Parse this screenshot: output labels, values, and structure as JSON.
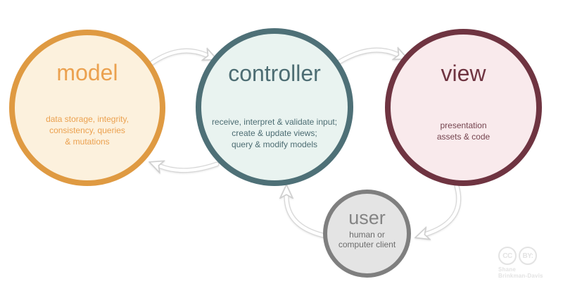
{
  "diagram": {
    "type": "mvc-architecture",
    "background_color": "#ffffff",
    "nodes": {
      "model": {
        "title": "model",
        "description": "data storage, integrity,\nconsistency, queries\n& mutations",
        "border_color": "#df9a42",
        "fill_color": "#fcf1dd",
        "text_color": "#eba14f"
      },
      "controller": {
        "title": "controller",
        "description": "receive, interpret & validate input;\ncreate & update views;\nquery & modify models",
        "border_color": "#4e7077",
        "fill_color": "#e9f3f0",
        "text_color": "#4d6d73"
      },
      "view": {
        "title": "view",
        "description": "presentation\nassets & code",
        "border_color": "#6f3441",
        "fill_color": "#f9eaec",
        "text_color": "#6f3441"
      },
      "user": {
        "title": "user",
        "description": "human or\ncomputer client",
        "border_color": "#7f7f7f",
        "fill_color": "#e4e4e4",
        "text_color": "#848484"
      }
    },
    "edges": [
      {
        "from": "model",
        "to": "controller"
      },
      {
        "from": "controller",
        "to": "view"
      },
      {
        "from": "controller",
        "to": "model"
      },
      {
        "from": "view",
        "to": "user"
      },
      {
        "from": "user",
        "to": "controller"
      }
    ],
    "arrow_style": {
      "fill": "#ffffff",
      "outline": "#d6d6d6"
    }
  },
  "attribution": {
    "icons": [
      "CC",
      "BY:"
    ],
    "name_line1": "Shane",
    "name_line2": "Brinkman-Davis",
    "color": "#e3e3e3"
  }
}
